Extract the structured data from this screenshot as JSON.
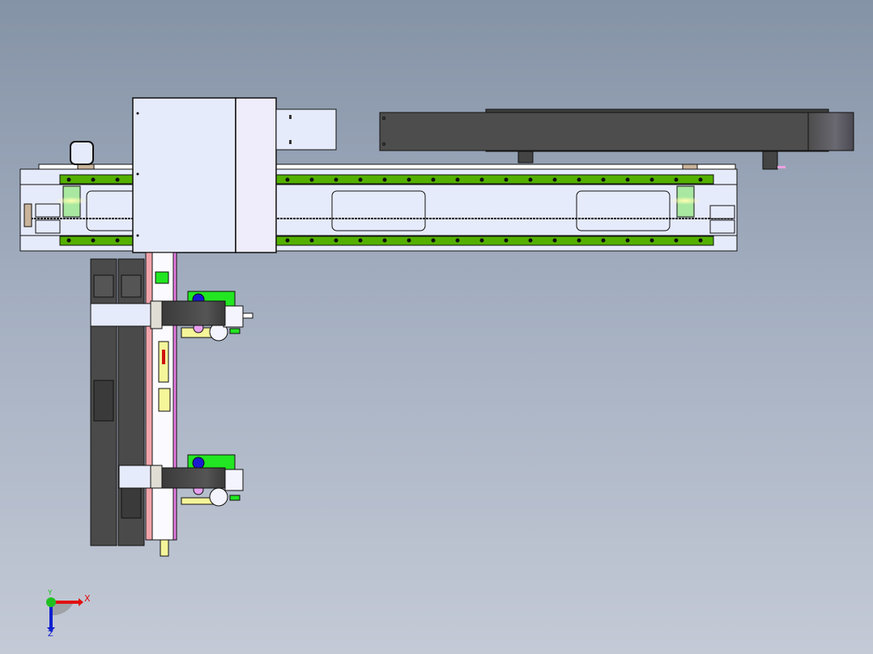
{
  "viewport": {
    "background_top": "#8593a6",
    "background_bottom": "#c4cad6",
    "model": "linear-module-assembly-top-view"
  },
  "triad": {
    "x_label": "X",
    "y_label": "Y",
    "z_label": "Z",
    "x_color": "#e01010",
    "y_color": "#20c020",
    "z_color": "#1020d0"
  },
  "colors": {
    "rail_green": "#54b000",
    "body_light": "#e6ebfb",
    "dark_housing": "#4c4c4c",
    "pink_guide": "#f2a4aa",
    "magenta_strip": "#e77de3",
    "bright_green": "#22e622",
    "yellow_part": "#f5f59a",
    "blue_part": "#1a1ad0"
  }
}
